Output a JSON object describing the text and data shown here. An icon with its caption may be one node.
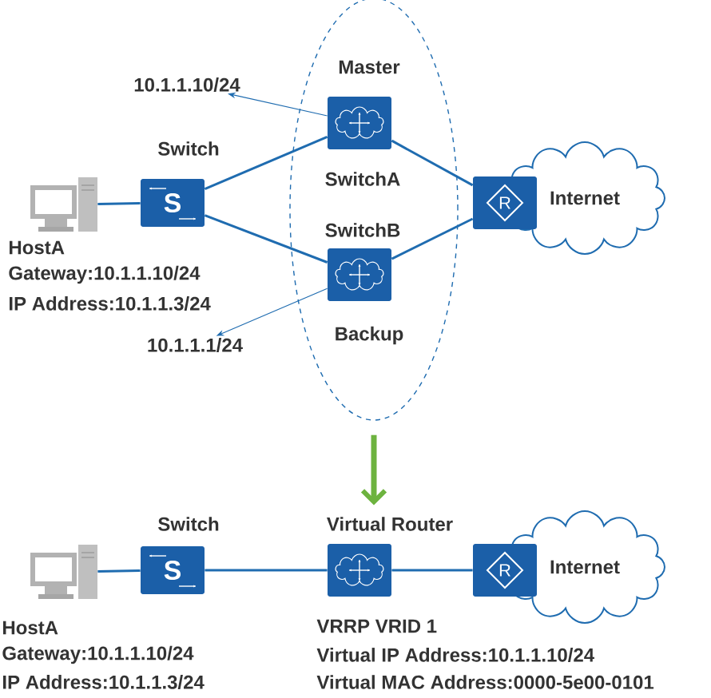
{
  "diagram": {
    "nodes": [
      {
        "text": [],
        "shape": "ellipse"
      },
      {
        "text": [],
        "shape": "computer",
        "beside": [
          "HostA",
          "Gateway:10.1.1.10/24",
          "IP Address:10.1.1.3/24"
        ]
      },
      {
        "text": [
          "S"
        ],
        "beside": [
          "Switch"
        ]
      },
      {
        "text": [],
        "shape": "box",
        "in": 0,
        "beside": [
          "Master",
          "SwitchA"
        ]
      },
      {
        "text": [],
        "shape": "box",
        "in": 0,
        "beside": [
          "SwitchB",
          "Backup"
        ]
      },
      {
        "text": [
          "R"
        ]
      },
      {
        "text": [
          "Internet"
        ]
      },
      {
        "text": [
          "10.1.1.10/24"
        ]
      },
      {
        "text": [
          "10.1.1.1/24"
        ]
      },
      {
        "text": [],
        "shape": "computer",
        "beside": [
          "HostA",
          "Gateway:10.1.1.10/24",
          "IP Address:10.1.1.3/24"
        ]
      },
      {
        "text": [
          "S"
        ],
        "beside": [
          "Switch"
        ]
      },
      {
        "text": [],
        "shape": "box",
        "beside": [
          "Virtual Router",
          "VRRP VRID 1",
          "Virtual IP Address:10.1.1.10/24",
          "Virtual MAC Address:0000-5e00-0101"
        ]
      },
      {
        "text": [
          "R"
        ]
      },
      {
        "text": [
          "Internet"
        ]
      }
    ],
    "edges": [
      {
        "from": 1,
        "to": 2,
        "arrow": "none"
      },
      {
        "from": 2,
        "to": 3,
        "arrow": "none"
      },
      {
        "from": 2,
        "to": 4,
        "arrow": "none"
      },
      {
        "from": 3,
        "to": 5,
        "arrow": "none"
      },
      {
        "from": 4,
        "to": 5,
        "arrow": "none"
      },
      {
        "from": 3,
        "to": 7,
        "arrow": "to"
      },
      {
        "from": 4,
        "to": 8,
        "arrow": "to"
      },
      {
        "from": 0,
        "to": 11,
        "arrow": "to",
        "style": "thick",
        "color": "#6db33f"
      },
      {
        "from": 9,
        "to": 10,
        "arrow": "none"
      },
      {
        "from": 10,
        "to": 11,
        "arrow": "none"
      },
      {
        "from": 11,
        "to": 12,
        "arrow": "none"
      }
    ]
  }
}
